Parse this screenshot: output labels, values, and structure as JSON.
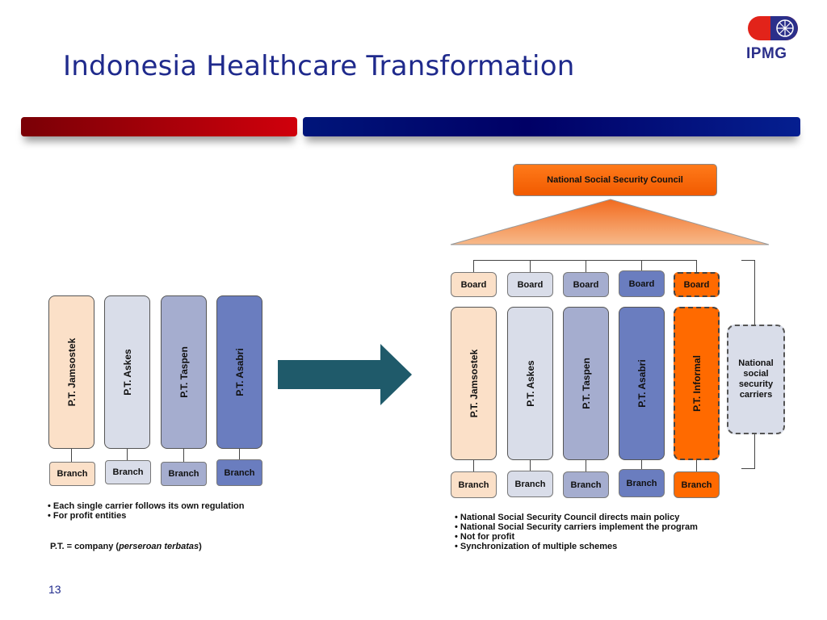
{
  "slide": {
    "title": "Indonesia Healthcare Transformation",
    "page_number": "13"
  },
  "logo": {
    "text": "IPMG"
  },
  "left_diagram": {
    "carriers": [
      "P.T. Jamsostek",
      "P.T. Askes",
      "P.T. Taspen",
      "P.T. Asabri"
    ],
    "branch_label": "Branch",
    "bullets": [
      "• Each single carrier follows its own regulation",
      "• For profit entities"
    ],
    "note_prefix": "P.T. = company (",
    "note_italic": "perseroan terbatas",
    "note_suffix": ")"
  },
  "right_diagram": {
    "council": "National Social Security Council",
    "board_label": "Board",
    "carriers": [
      "P.T. Jamsostek",
      "P.T. Askes",
      "P.T. Taspen",
      "P.T. Asabri",
      "P.T. Informal"
    ],
    "branch_label": "Branch",
    "national_carriers": "National social security carriers",
    "bullets": [
      "• National Social Security Council directs main policy",
      "• National Social Security carriers implement the program",
      "• Not for profit",
      "• Synchronization of multiple schemes"
    ]
  },
  "colors": {
    "title": "#1f2a8c",
    "peach": "#fbe0c8",
    "light": "#d9dde9",
    "mid": "#a5adcf",
    "dark": "#6a7dbf",
    "orange": "#ff6a00",
    "arrow": "#1f5a6a"
  },
  "icons": {
    "arrow": "right-arrow-icon",
    "logo": "ipmg-logo-icon"
  }
}
